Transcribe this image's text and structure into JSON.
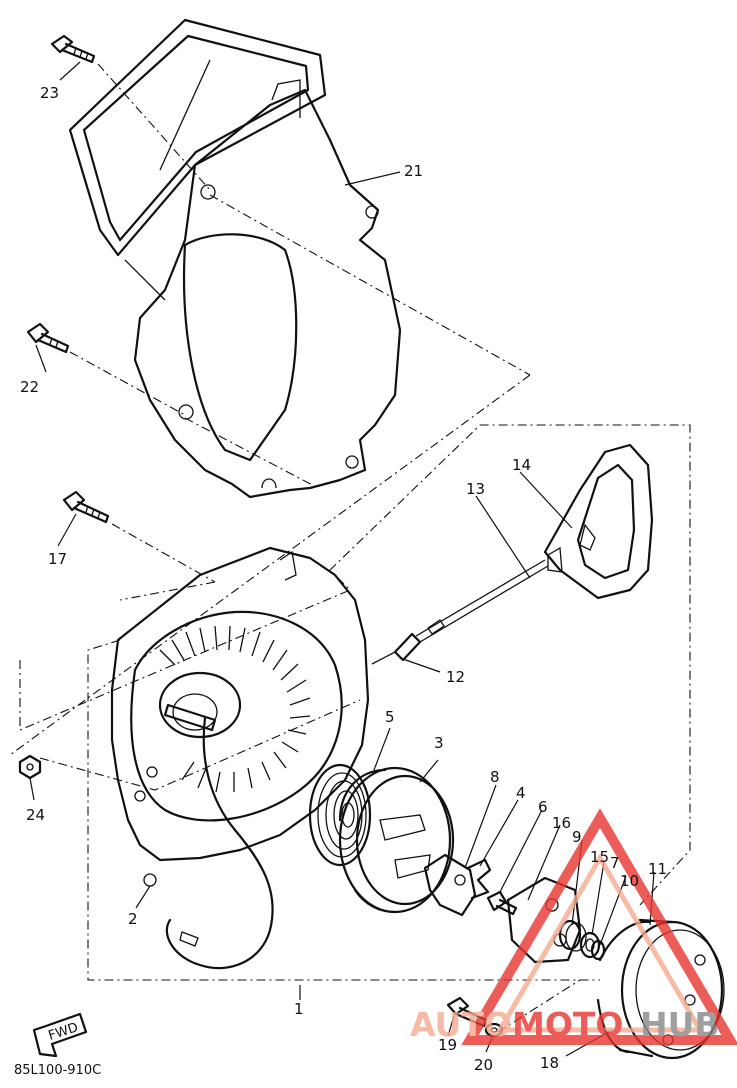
{
  "diagram_code": "85L100-910C",
  "fwd_label": "FWD",
  "callouts": {
    "c1": "1",
    "c2": "2",
    "c3": "3",
    "c4": "4",
    "c5": "5",
    "c6": "6",
    "c7": "7",
    "c8": "8",
    "c9": "9",
    "c10": "10",
    "c11": "11",
    "c12": "12",
    "c13": "13",
    "c14": "14",
    "c15": "15",
    "c16": "16",
    "c17": "17",
    "c18": "18",
    "c19": "19",
    "c20": "20",
    "c21": "21",
    "c22": "22",
    "c23": "23",
    "c24": "24"
  },
  "watermark": {
    "part1": "AUTO",
    "part2": "MOTO",
    "part3": "HUB",
    "color_primary": "#e8342f",
    "color_secondary": "#f5a98f",
    "color_tertiary": "#888888"
  }
}
